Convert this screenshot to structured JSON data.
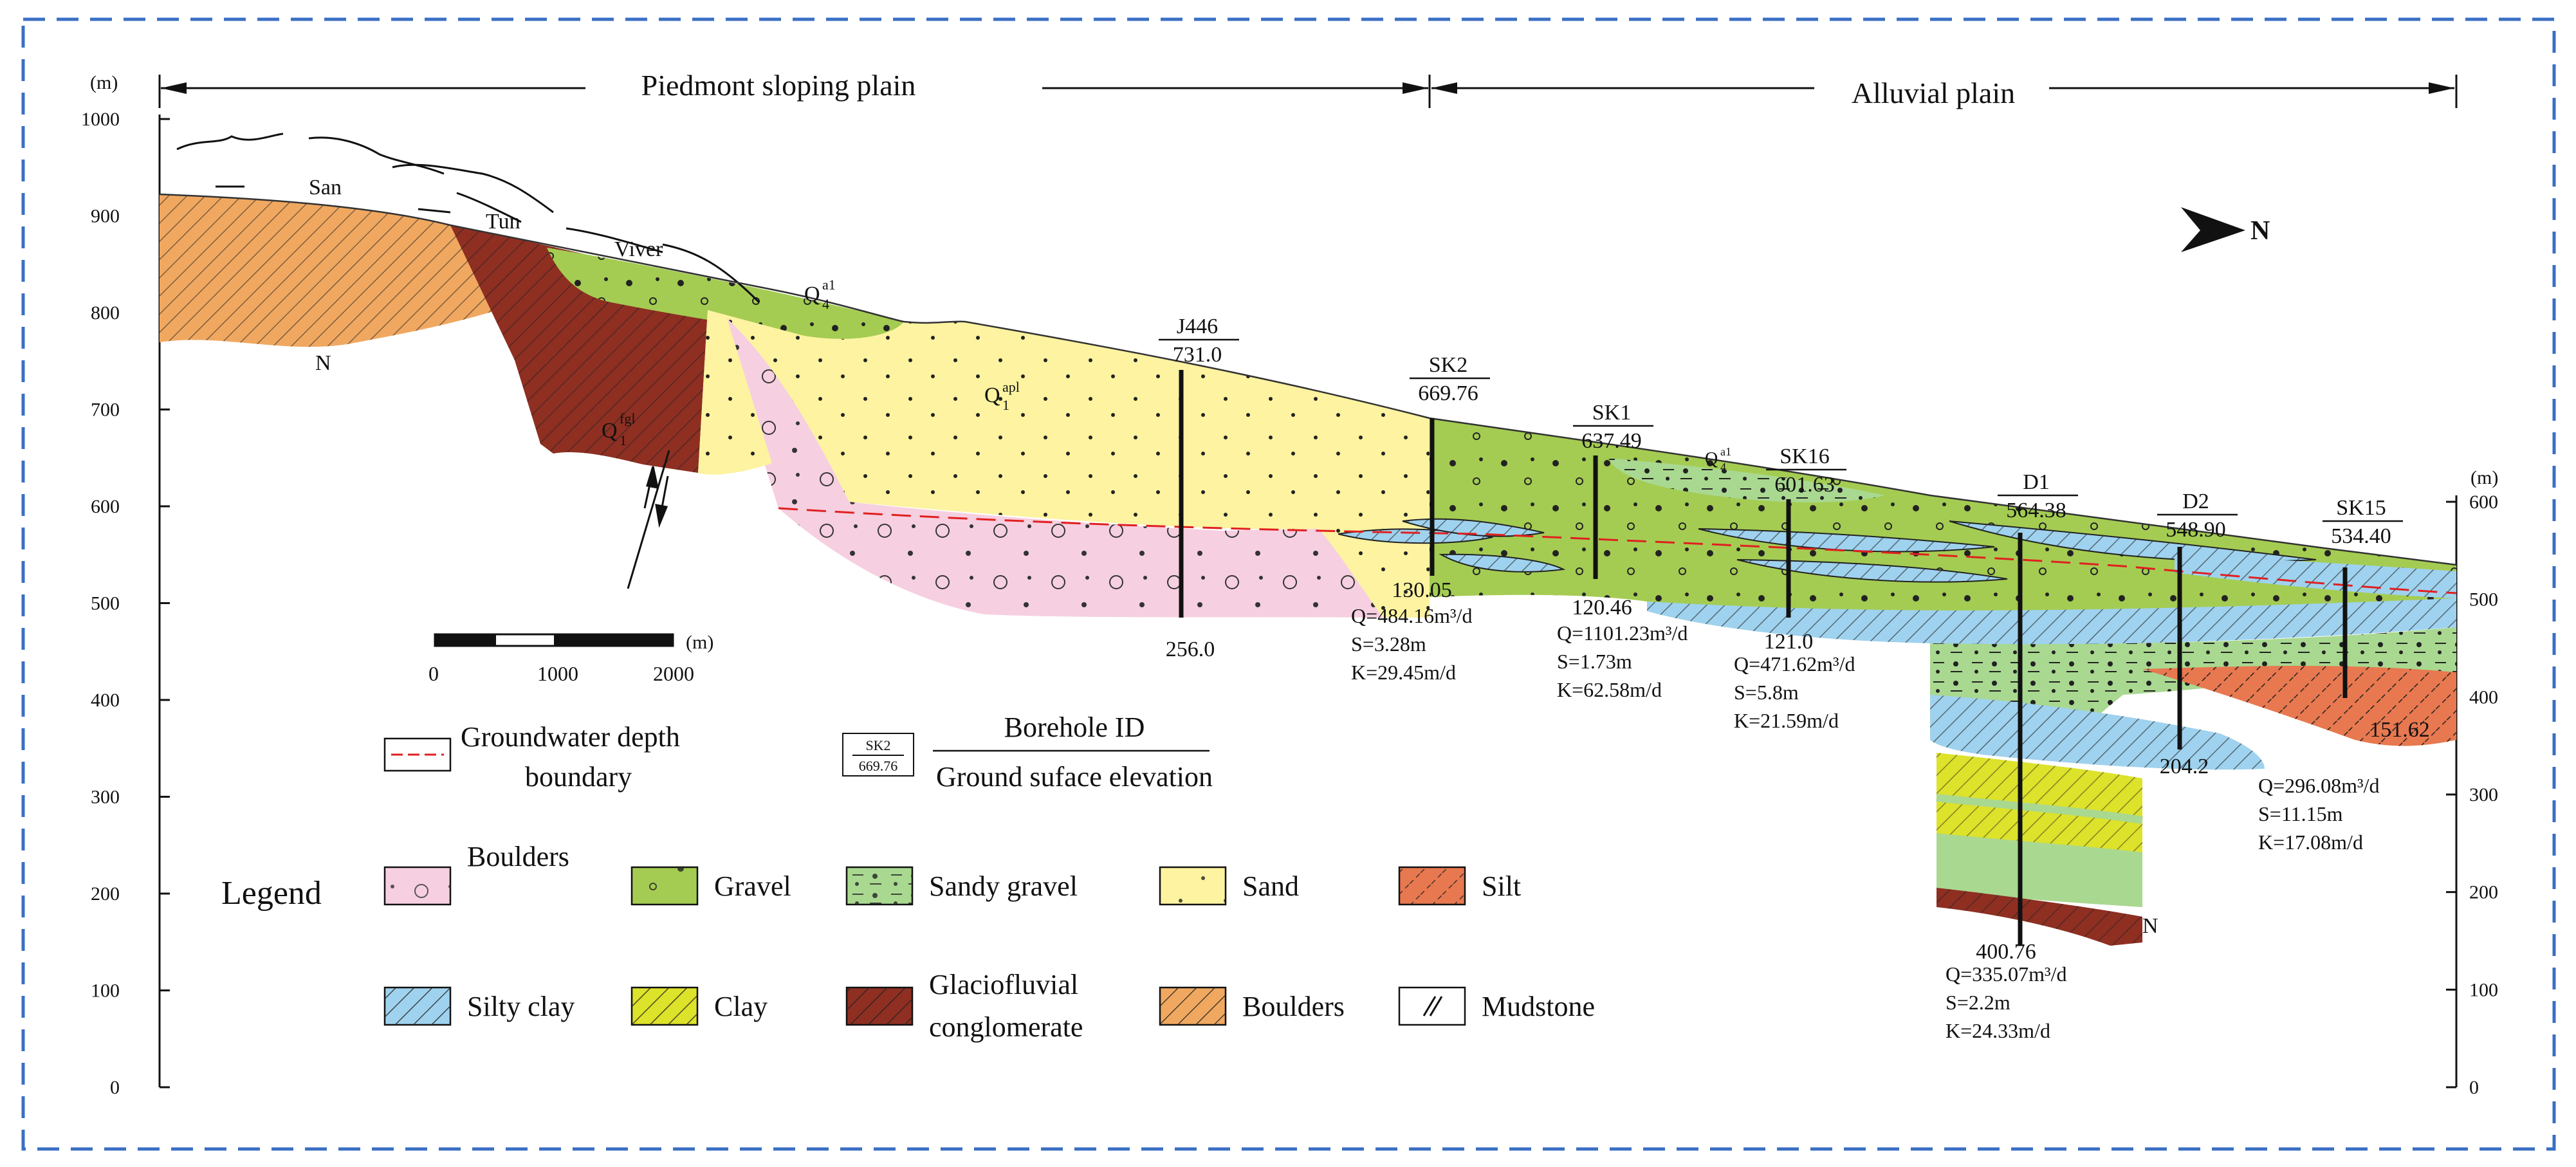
{
  "header": {
    "left_unit": "(m)",
    "right_unit": "(m)",
    "zone_left": "Piedmont sloping plain",
    "zone_right": "Alluvial plain"
  },
  "axes": {
    "left_ticks": [
      "1000",
      "900",
      "800",
      "700",
      "600",
      "500",
      "400",
      "300",
      "200",
      "100",
      "0"
    ],
    "right_ticks": [
      "600",
      "500",
      "400",
      "300",
      "200",
      "100",
      "0"
    ]
  },
  "terrain_labels": {
    "san": "San",
    "tun": "Tun",
    "viver": "Viver",
    "n_left": "N",
    "n_bottom": "N"
  },
  "unit_labels": {
    "q4": {
      "base": "Q",
      "sub": "4",
      "sup": "a1"
    },
    "q1apl": {
      "base": "Q",
      "sub": "1",
      "sup": "apl"
    },
    "q1fgl": {
      "base": "Q",
      "sub": "1",
      "sup": "fgl"
    },
    "q4b": {
      "base": "Q",
      "sub": "4",
      "sup": "a1"
    }
  },
  "north_arrow": {
    "label": "N"
  },
  "scale_bar": {
    "ticks": [
      "0",
      "1000",
      "2000"
    ],
    "unit": "(m)"
  },
  "boreholes": [
    {
      "id": "J446",
      "elevation": "731.0",
      "bottom": "256.0",
      "params": []
    },
    {
      "id": "SK2",
      "elevation": "669.76",
      "bottom": "130.05",
      "params": [
        "Q=484.16m³/d",
        "S=3.28m",
        "K=29.45m/d"
      ]
    },
    {
      "id": "SK1",
      "elevation": "637.49",
      "bottom": "120.46",
      "params": [
        "Q=1101.23m³/d",
        "S=1.73m",
        "K=62.58m/d"
      ]
    },
    {
      "id": "SK16",
      "elevation": "601.63",
      "bottom": "121.0",
      "params": [
        "Q=471.62m³/d",
        "S=5.8m",
        "K=21.59m/d"
      ]
    },
    {
      "id": "D1",
      "elevation": "564.38",
      "bottom": "400.76",
      "params": [
        "Q=335.07m³/d",
        "S=2.2m",
        "K=24.33m/d"
      ]
    },
    {
      "id": "D2",
      "elevation": "548.90",
      "bottom": "204.2",
      "params": []
    },
    {
      "id": "SK15",
      "elevation": "534.40",
      "bottom": "151.62",
      "params": [
        "Q=296.08m³/d",
        "S=11.15m",
        "K=17.08m/d"
      ]
    }
  ],
  "legend": {
    "title": "Legend",
    "groundwater": [
      "Groundwater depth",
      "boundary"
    ],
    "borehole_key": {
      "id_text": "Borehole ID",
      "elev_text": "Ground suface elevation",
      "sample_id": "SK2",
      "sample_elev": "669.76"
    },
    "items": [
      {
        "name": "Boulders",
        "color": "#f6cfe0"
      },
      {
        "name": "Gravel",
        "color": "#a4cc52"
      },
      {
        "name": "Sandy gravel",
        "color": "#a9d890"
      },
      {
        "name": "Sand",
        "color": "#fdf3a0"
      },
      {
        "name": "Silt",
        "color": "#e8784f"
      },
      {
        "name": "Silty clay",
        "color": "#9fd2ee"
      },
      {
        "name": "Clay",
        "color": "#dde22a"
      },
      {
        "name": "Glaciofluvial conglomerate",
        "lines": [
          "Glaciofluvial",
          "conglomerate"
        ],
        "color": "#8e2f22"
      },
      {
        "name": "Boulders",
        "color": "#f0a860"
      },
      {
        "name": "Mudstone",
        "color": "#ffffff"
      }
    ]
  },
  "colors": {
    "frame_border": "#3a6fc4",
    "groundwater_line": "#e02020"
  }
}
